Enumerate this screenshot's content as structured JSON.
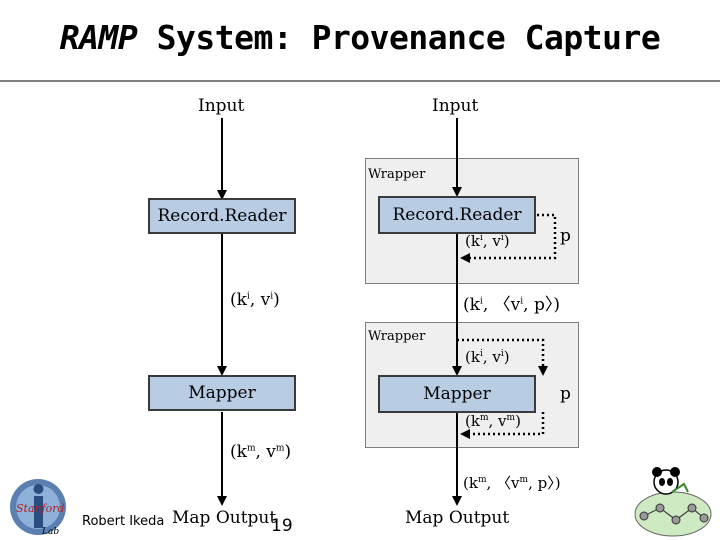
{
  "title": {
    "prefix": "RAMP",
    "rest": " System: Provenance Capture"
  },
  "left": {
    "input": "Input",
    "reader": "Record.Reader",
    "kv": "(ki, vi)",
    "mapper": "Mapper",
    "kvm": "(km, vm)",
    "output": "Map Output"
  },
  "right": {
    "input": "Input",
    "wrapper1_label": "Wrapper",
    "reader": "Record.Reader",
    "kv_inner": "(ki, vi)",
    "p1": "p",
    "kvp": "(ki, 〈vi, p〉)",
    "wrapper2_label": "Wrapper",
    "kv_in2": "(ki, vi)",
    "mapper": "Mapper",
    "p2": "p",
    "kvm_inner": "(km, vm)",
    "kvmp": "(km, 〈vm, p〉)",
    "output": "Map Output"
  },
  "footer": {
    "author": "Robert Ikeda",
    "page": "19",
    "logo_text": "Stanford InfoLab"
  },
  "colors": {
    "box_fill": "#b8cce4",
    "wrapper_fill": "#efefef",
    "rule": "#7f7f7f"
  }
}
